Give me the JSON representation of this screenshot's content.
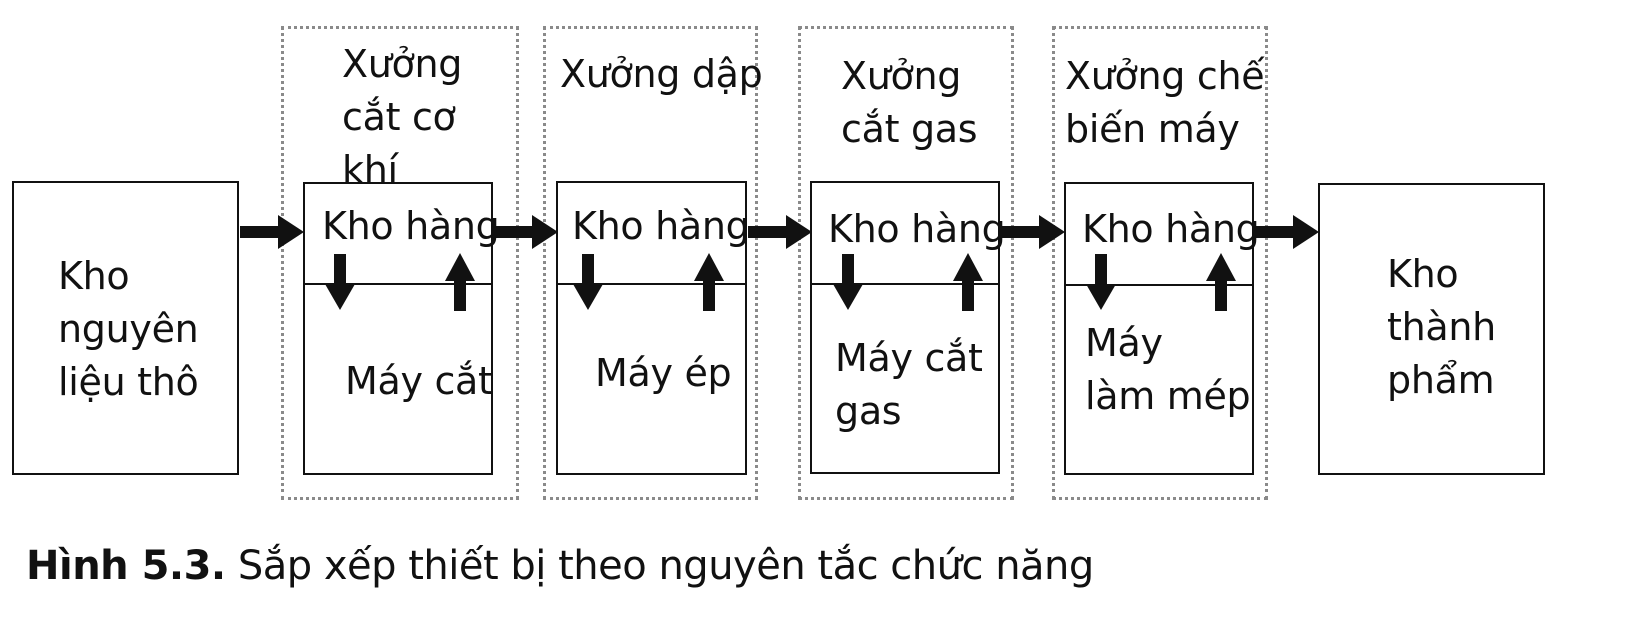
{
  "raw_storage": {
    "label": "Kho\nnguyên\nliệu thô"
  },
  "workshops": [
    {
      "title": "Xưởng\ncắt cơ\nkhí",
      "store": "Kho hàng",
      "machine": "Máy cắt"
    },
    {
      "title": "Xưởng dập",
      "store": "Kho hàng",
      "machine": "Máy ép"
    },
    {
      "title": "Xưởng\ncắt gas",
      "store": "Kho hàng",
      "machine": "Máy cắt\ngas"
    },
    {
      "title": "Xưởng chế\nbiến máy",
      "store": "Kho hàng",
      "machine": "Máy\nlàm mép"
    }
  ],
  "finished_storage": {
    "label": "Kho\nthành\nphẩm"
  },
  "caption": {
    "number": "Hình 5.3.",
    "text": "Sắp xếp thiết bị theo nguyên tắc chức năng"
  },
  "colors": {
    "line": "#111111",
    "dotted_border": "#8a8a8a"
  }
}
